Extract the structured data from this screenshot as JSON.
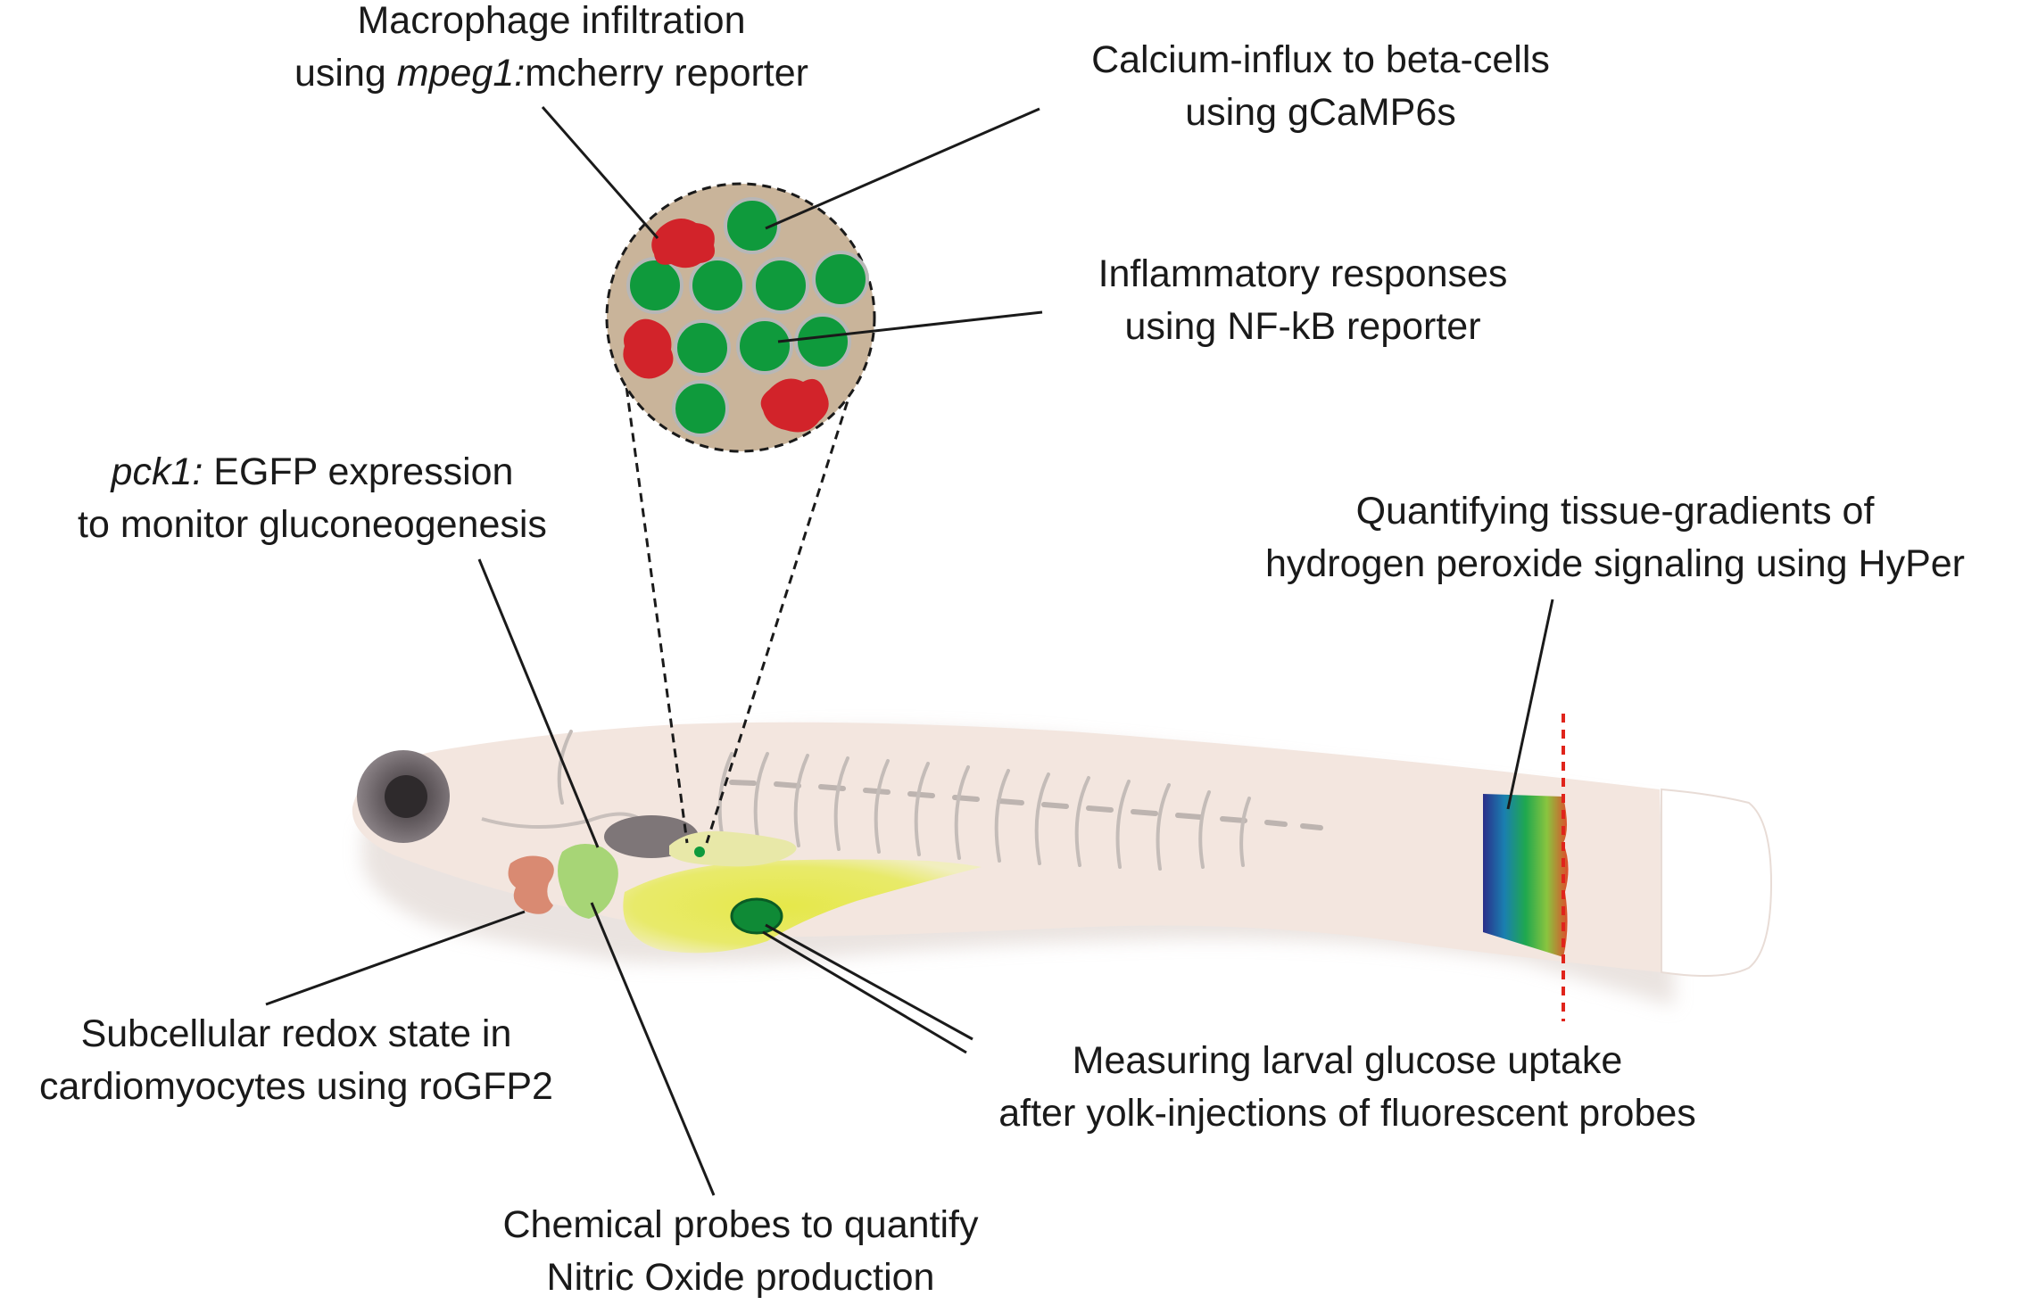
{
  "labels": {
    "macrophage": {
      "line1": "Macrophage infiltration",
      "line2_prefix": "using ",
      "line2_italic": "mpeg1:",
      "line2_suffix": "mcherry reporter"
    },
    "calcium": {
      "line1": "Calcium-influx to beta-cells",
      "line2": "using gCaMP6s"
    },
    "inflammatory": {
      "line1": "Inflammatory responses",
      "line2": "using NF-kB reporter"
    },
    "pck1": {
      "line1_italic": "pck1:",
      "line1_suffix": " EGFP expression",
      "line2": "to monitor gluconeogenesis"
    },
    "hyper": {
      "line1": "Quantifying tissue-gradients of",
      "line2": "hydrogen peroxide signaling using HyPer"
    },
    "redox": {
      "line1": "Subcellular redox state in",
      "line2": "cardiomyocytes using roGFP2"
    },
    "glucose": {
      "line1": "Measuring larval glucose uptake",
      "line2": "after yolk-injections of fluorescent probes"
    },
    "nitric": {
      "line1": "Chemical probes to quantify",
      "line2": "Nitric Oxide production"
    }
  },
  "colors": {
    "fish_body": "#f3e6df",
    "islet_background": "#c9b49a",
    "beta_cell": "#0f9a3c",
    "macrophage": "#d2232a",
    "yolk": "#e4e63c",
    "heart": "#d98a72",
    "liver": "#9ed36a",
    "hyper_gradient": [
      "#2a2e8a",
      "#1a7fb0",
      "#1fa84e",
      "#8ac43f",
      "#e04a2a"
    ],
    "cut_line": "#e0241b"
  }
}
